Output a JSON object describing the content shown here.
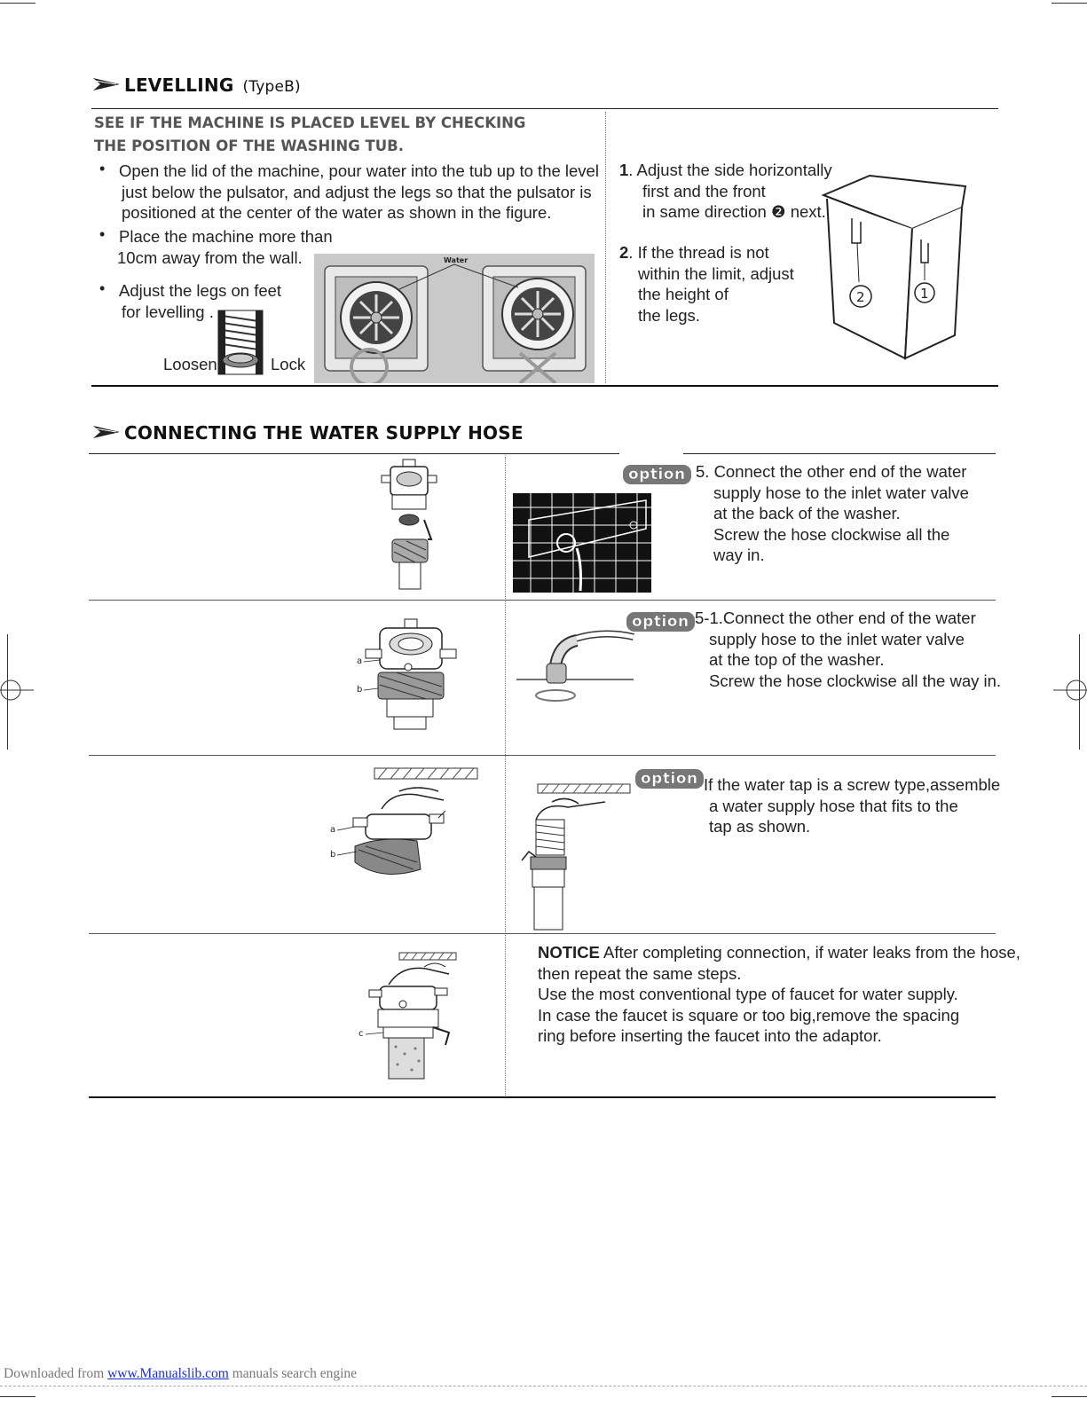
{
  "levelling": {
    "title": "LEVELLING",
    "subtitle": "(TypeB)",
    "heading_line1": "SEE IF THE MACHINE IS PLACED LEVEL BY CHECKING",
    "heading_line2": "THE POSITION OF THE WASHING TUB.",
    "bullet1_line1": "Open the lid of the machine, pour water into the tub up to the level",
    "bullet1_line2": "just below the pulsator, and adjust the legs so that the pulsator is",
    "bullet1_line3": "positioned at the center of the water as shown in the figure.",
    "bullet2_line1": "Place the machine more than",
    "bullet2_line2": "10cm away from the wall.",
    "bullet3_line1": "Adjust the legs on feet",
    "bullet3_line2": "for levelling .",
    "loosen_label": "Loosen",
    "lock_label": "Lock",
    "water_label": "Water",
    "step1_num": "1",
    "step1_line1": ". Adjust the side horizontally",
    "step1_line2": "first and the front",
    "step1_line3": "in same direction ❷ next.",
    "step2_num": "2",
    "step2_line1": ". If the thread is not",
    "step2_line2": "within the limit, adjust",
    "step2_line3": "the height of",
    "step2_line4": "the legs.",
    "leg1_label": "2",
    "leg2_label": "1"
  },
  "hose": {
    "title": "CONNECTING THE WATER SUPPLY HOSE",
    "option_badge": "option",
    "row1_line1": "5. Connect the other end of the water",
    "row1_line2": "supply hose to the inlet water valve",
    "row1_line3": "at the back of the washer.",
    "row1_line4": "Screw the hose clockwise all the",
    "row1_line5": "way in.",
    "row2_line1": "5-1.Connect the other end of the water",
    "row2_line2": "supply hose to the inlet water valve",
    "row2_line3": "at the top of the washer.",
    "row2_line4": "Screw the hose clockwise all the way in.",
    "row3_line1": "If the water tap is a screw type,assemble",
    "row3_line2": "a water supply hose that fits to the",
    "row3_line3": "tap as shown.",
    "notice_label": "NOTICE",
    "notice_line1": " After completing connection, if water leaks from the hose,",
    "notice_line2": "then repeat the same steps.",
    "notice_line3": "Use the most conventional type of faucet for water supply.",
    "notice_line4": "In case the faucet is square or too big,remove the spacing",
    "notice_line5": "ring before inserting the faucet into the adaptor.",
    "label_a": "a",
    "label_b": "b",
    "label_c": "c"
  },
  "footer": {
    "prefix": "Downloaded from ",
    "link": "www.Manualslib.com",
    "suffix": "  manuals search engine"
  }
}
